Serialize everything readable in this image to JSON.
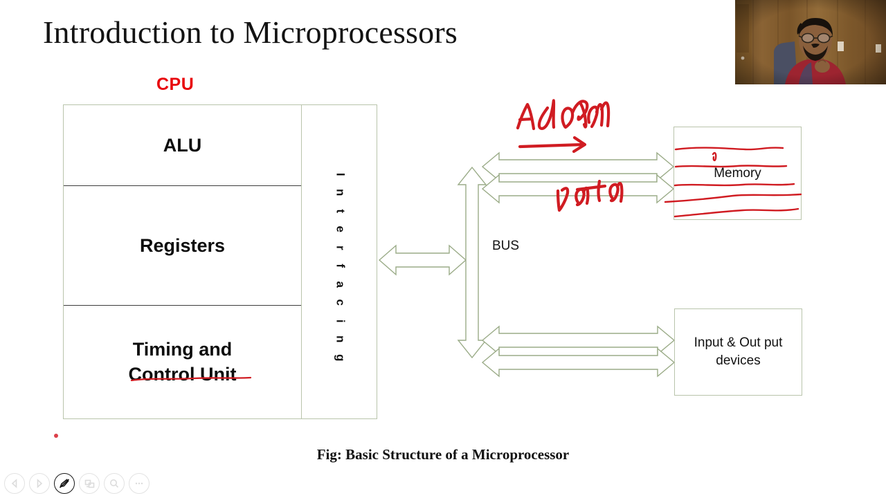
{
  "slide": {
    "title": "Introduction to Microprocessors",
    "cpu_label": "CPU",
    "caption": "Fig: Basic Structure of a Microprocessor",
    "cpu_blocks": [
      {
        "label": "ALU"
      },
      {
        "label": "Registers"
      },
      {
        "label": "Timing and"
      },
      {
        "label": "Control Unit"
      }
    ],
    "interfacing_label": "Interfacing",
    "bus_label": "BUS",
    "memory_label": "Memory",
    "io_label_line1": "Input & Out put",
    "io_label_line2": "devices"
  },
  "annotations": {
    "address_text": "Address",
    "data_text": "Data",
    "ink_color": "#d01c22",
    "notes": [
      "handwritten 'Address' above the top bus arrow",
      "red straight arrow pointing right under 'Address'",
      "handwritten 'Data' above the second bus arrow",
      "red squiggle lines struck across the Memory box",
      "red underline beneath 'Timing and'",
      "small red dot below the CPU box"
    ]
  },
  "colors": {
    "accent_red": "#e8070c",
    "line_green": "#b9c4ab",
    "arrow_stroke": "#9aab87",
    "divider_dark": "#3b3b3b",
    "text_dark": "#111111",
    "page_background": "#ffffff"
  },
  "toolbar": {
    "buttons": [
      {
        "name": "previous-slide",
        "icon": "triangle-left-icon",
        "label": "Previous",
        "active": false
      },
      {
        "name": "next-slide",
        "icon": "triangle-right-icon",
        "label": "Next",
        "active": false
      },
      {
        "name": "pen-annotation",
        "icon": "pen-slash-icon",
        "label": "Pen",
        "active": true
      },
      {
        "name": "slide-grid",
        "icon": "grid-slides-icon",
        "label": "All Slides",
        "active": false
      },
      {
        "name": "zoom-slide",
        "icon": "magnifier-icon",
        "label": "Zoom",
        "active": false
      },
      {
        "name": "more-options",
        "icon": "ellipsis-icon",
        "label": "More",
        "active": false
      }
    ]
  },
  "webcam": {
    "present": true,
    "description": "Presenter webcam thumbnail: person with glasses and beard in a red shirt in front of a wooden wall"
  }
}
